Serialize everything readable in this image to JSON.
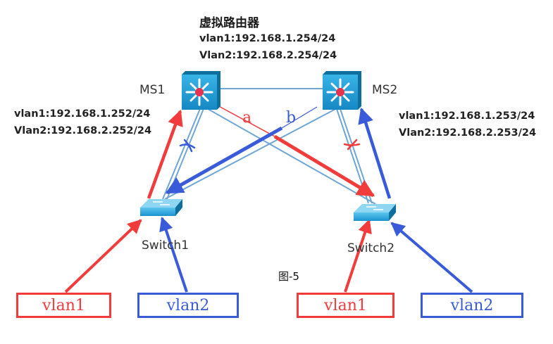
{
  "router": {
    "title": "虚拟路由器",
    "vlan1_ip": "vlan1:192.168.1.254/24",
    "vlan2_ip": "Vlan2:192.168.2.254/24"
  },
  "ms1": {
    "label": "MS1",
    "vlan1_ip": "vlan1:192.168.1.252/24",
    "vlan2_ip": "Vlan2:192.168.2.252/24"
  },
  "ms2": {
    "label": "MS2",
    "vlan1_ip": "vlan1:192.168.1.253/24",
    "vlan2_ip": "Vlan2:192.168.2.253/24"
  },
  "switch1": {
    "label": "Switch1"
  },
  "switch2": {
    "label": "Switch2"
  },
  "paths": {
    "a": "a",
    "b": "b"
  },
  "hosts": [
    {
      "label": "vlan1",
      "color": "#f23b3b"
    },
    {
      "label": "vlan2",
      "color": "#3a5bd9"
    },
    {
      "label": "vlan1",
      "color": "#f23b3b"
    },
    {
      "label": "vlan2",
      "color": "#3a5bd9"
    }
  ],
  "caption": "图-5",
  "colors": {
    "vlan1": "#f23b3b",
    "vlan2": "#3a5bd9",
    "link": "#6fa6d6",
    "device": "#1f9fd6"
  }
}
